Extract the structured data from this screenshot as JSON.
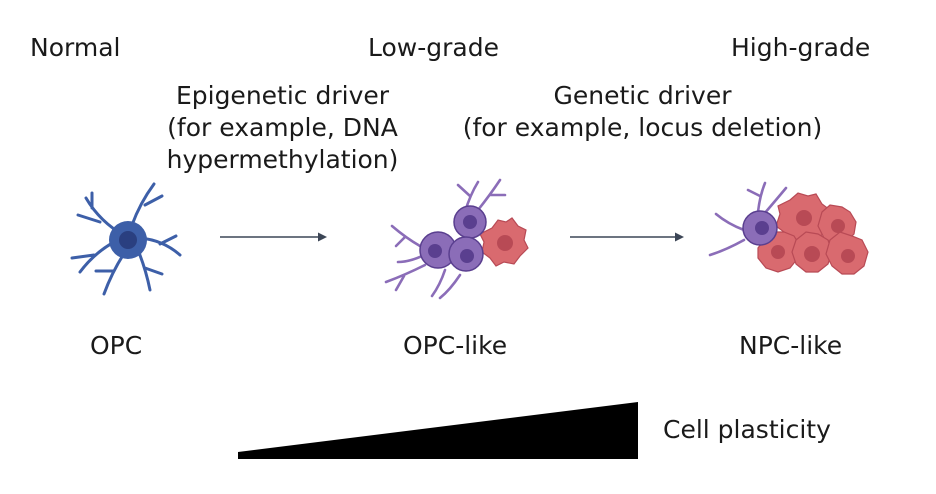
{
  "stages": {
    "normal": "Normal",
    "low_grade": "Low-grade",
    "high_grade": "High-grade"
  },
  "drivers": {
    "epigenetic": [
      "Epigenetic driver",
      "(for example, DNA",
      "hypermethylation)"
    ],
    "genetic": [
      "Genetic driver",
      "(for example, locus deletion)"
    ]
  },
  "cell_labels": {
    "opc": "OPC",
    "opc_like": "OPC-like",
    "npc_like": "NPC-like"
  },
  "gradient_label": "Cell plasticity",
  "colors": {
    "opc_body": "#3d5fa8",
    "opc_nucleus": "#2a3f80",
    "glioma_body": "#8b6db8",
    "glioma_nucleus": "#5a3f8f",
    "tumor_cell": "#d96a6f",
    "tumor_nucleus": "#b84a55",
    "arrow": "#3c4656",
    "wedge": "#000000"
  }
}
